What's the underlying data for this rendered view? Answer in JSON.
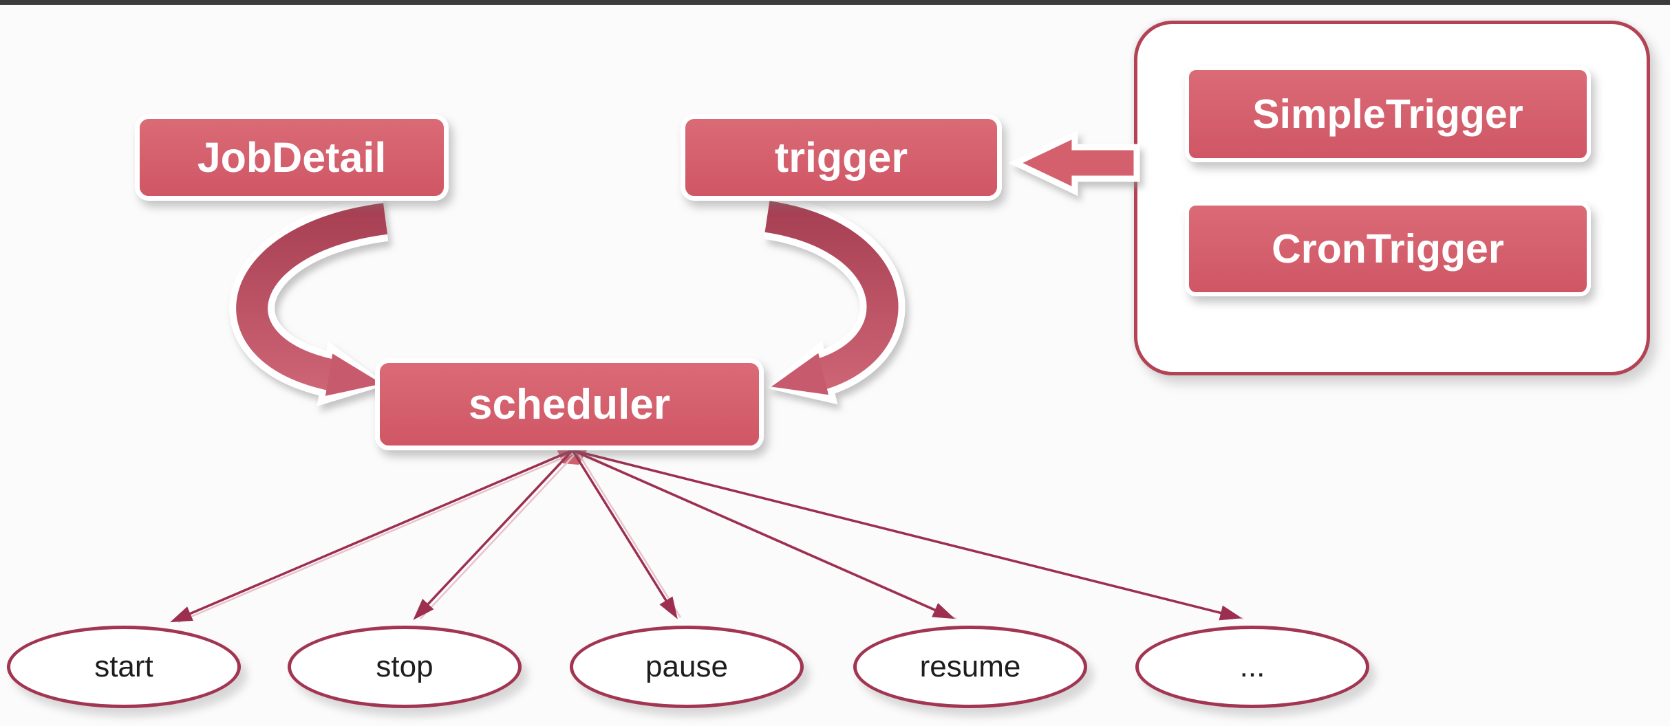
{
  "diagram": {
    "nodes": {
      "jobdetail": {
        "label": "JobDetail"
      },
      "trigger": {
        "label": "trigger"
      },
      "scheduler": {
        "label": "scheduler"
      }
    },
    "trigger_types_panel": {
      "items": [
        {
          "label": "SimpleTrigger"
        },
        {
          "label": "CronTrigger"
        }
      ]
    },
    "scheduler_methods": [
      {
        "label": "start"
      },
      {
        "label": "stop"
      },
      {
        "label": "pause"
      },
      {
        "label": "resume"
      },
      {
        "label": "..."
      }
    ],
    "colors": {
      "node_fill": "#d6606d",
      "node_text": "#ffffff",
      "node_outline": "#ffffff",
      "curved_arrow_dark": "#a63e52",
      "curved_arrow_light": "#d26a7a",
      "connector_line": "#9c2f50",
      "ellipse_border": "#a23551",
      "ellipse_text": "#1d1d1d",
      "panel_border": "#b24254",
      "top_bar": "#3b3b3b",
      "background": "#fcfbfb"
    }
  }
}
